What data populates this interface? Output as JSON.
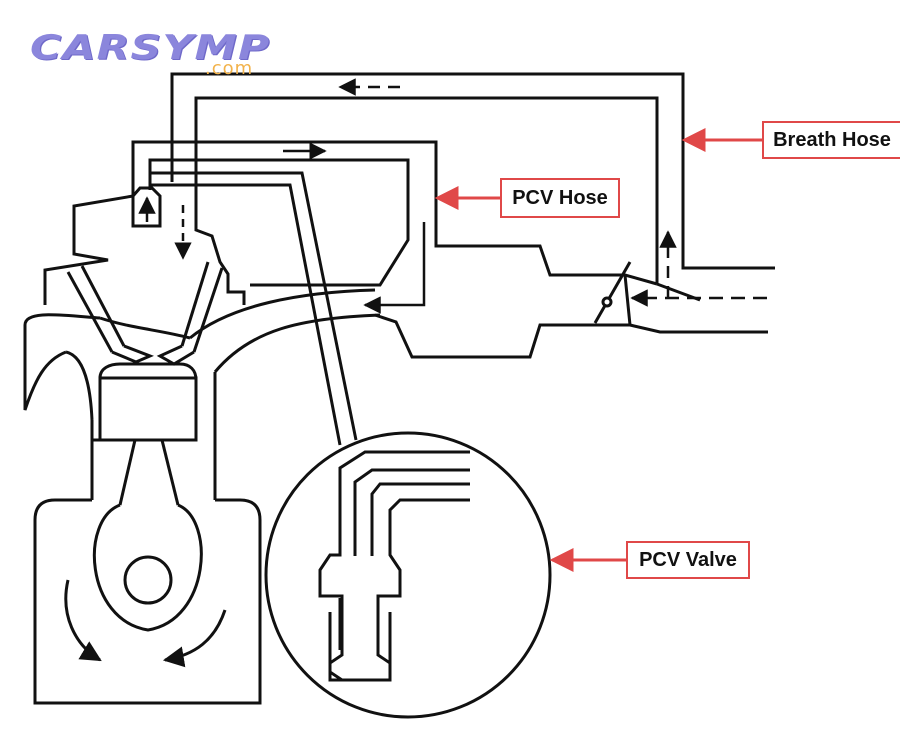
{
  "logo": {
    "main": "CARSYMP",
    "sub": ".com"
  },
  "labels": {
    "breath_hose": "Breath Hose",
    "pcv_hose": "PCV Hose",
    "pcv_valve": "PCV Valve"
  },
  "colors": {
    "line": "#111111",
    "callout": "#e04848",
    "logo_main": "#8b86dc",
    "logo_sub": "#f2b24a"
  }
}
